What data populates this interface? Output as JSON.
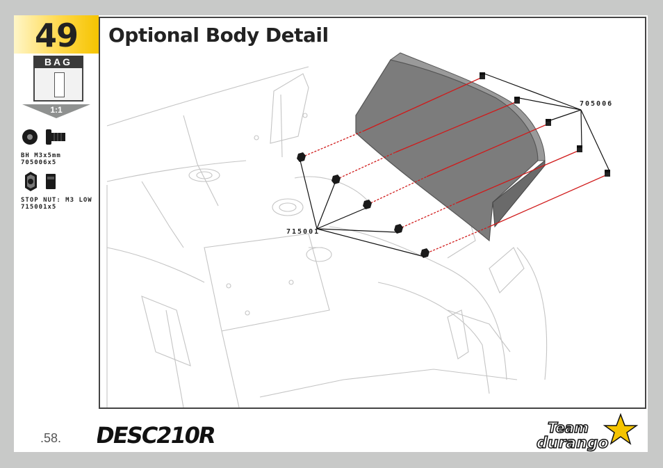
{
  "step": {
    "number": "49"
  },
  "title": "Optional Body Detail",
  "bag": {
    "label": "BAG",
    "scale": "1:1"
  },
  "parts": [
    {
      "desc": "BH M3x5mm",
      "code": "705006x5",
      "icon": "button-head-screw-icon"
    },
    {
      "desc": "STOP NUT: M3 LOW",
      "code": "715001x5",
      "icon": "stop-nut-icon"
    }
  ],
  "callouts": {
    "screws": "705006",
    "nuts": "715001"
  },
  "footer": {
    "page": ".58.",
    "product_logo": "DESC210R",
    "brand_logo_top": "Team",
    "brand_logo_bottom": "durango"
  }
}
